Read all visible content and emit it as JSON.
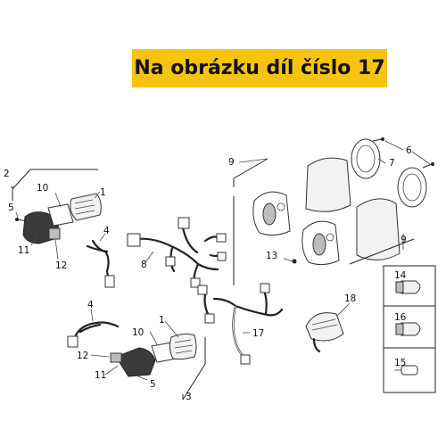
{
  "banner": {
    "text": "Na obrázku díl číslo 17",
    "color": "#f6c40f"
  },
  "callouts": [
    {
      "id": "c2-top",
      "text": "2"
    },
    {
      "id": "c10-top",
      "text": "10"
    },
    {
      "id": "c1-top",
      "text": "1"
    },
    {
      "id": "c5-top",
      "text": "5"
    },
    {
      "id": "c4-top",
      "text": "4"
    },
    {
      "id": "c11-top",
      "text": "11"
    },
    {
      "id": "c12-top",
      "text": "12"
    },
    {
      "id": "c8",
      "text": "8"
    },
    {
      "id": "c9-top",
      "text": "9"
    },
    {
      "id": "c6",
      "text": "6"
    },
    {
      "id": "c7",
      "text": "7"
    },
    {
      "id": "c9-bottom",
      "text": "9"
    },
    {
      "id": "c13",
      "text": "13"
    },
    {
      "id": "c14",
      "text": "14"
    },
    {
      "id": "c16",
      "text": "16"
    },
    {
      "id": "c15",
      "text": "15"
    },
    {
      "id": "c18",
      "text": "18"
    },
    {
      "id": "c17",
      "text": "17"
    },
    {
      "id": "c4-bottom",
      "text": "4"
    },
    {
      "id": "c1-bottom",
      "text": "1"
    },
    {
      "id": "c10-bottom",
      "text": "10"
    },
    {
      "id": "c12-bottom",
      "text": "12"
    },
    {
      "id": "c11-bottom",
      "text": "11"
    },
    {
      "id": "c5-bottom",
      "text": "5"
    },
    {
      "id": "c3",
      "text": "3"
    }
  ]
}
